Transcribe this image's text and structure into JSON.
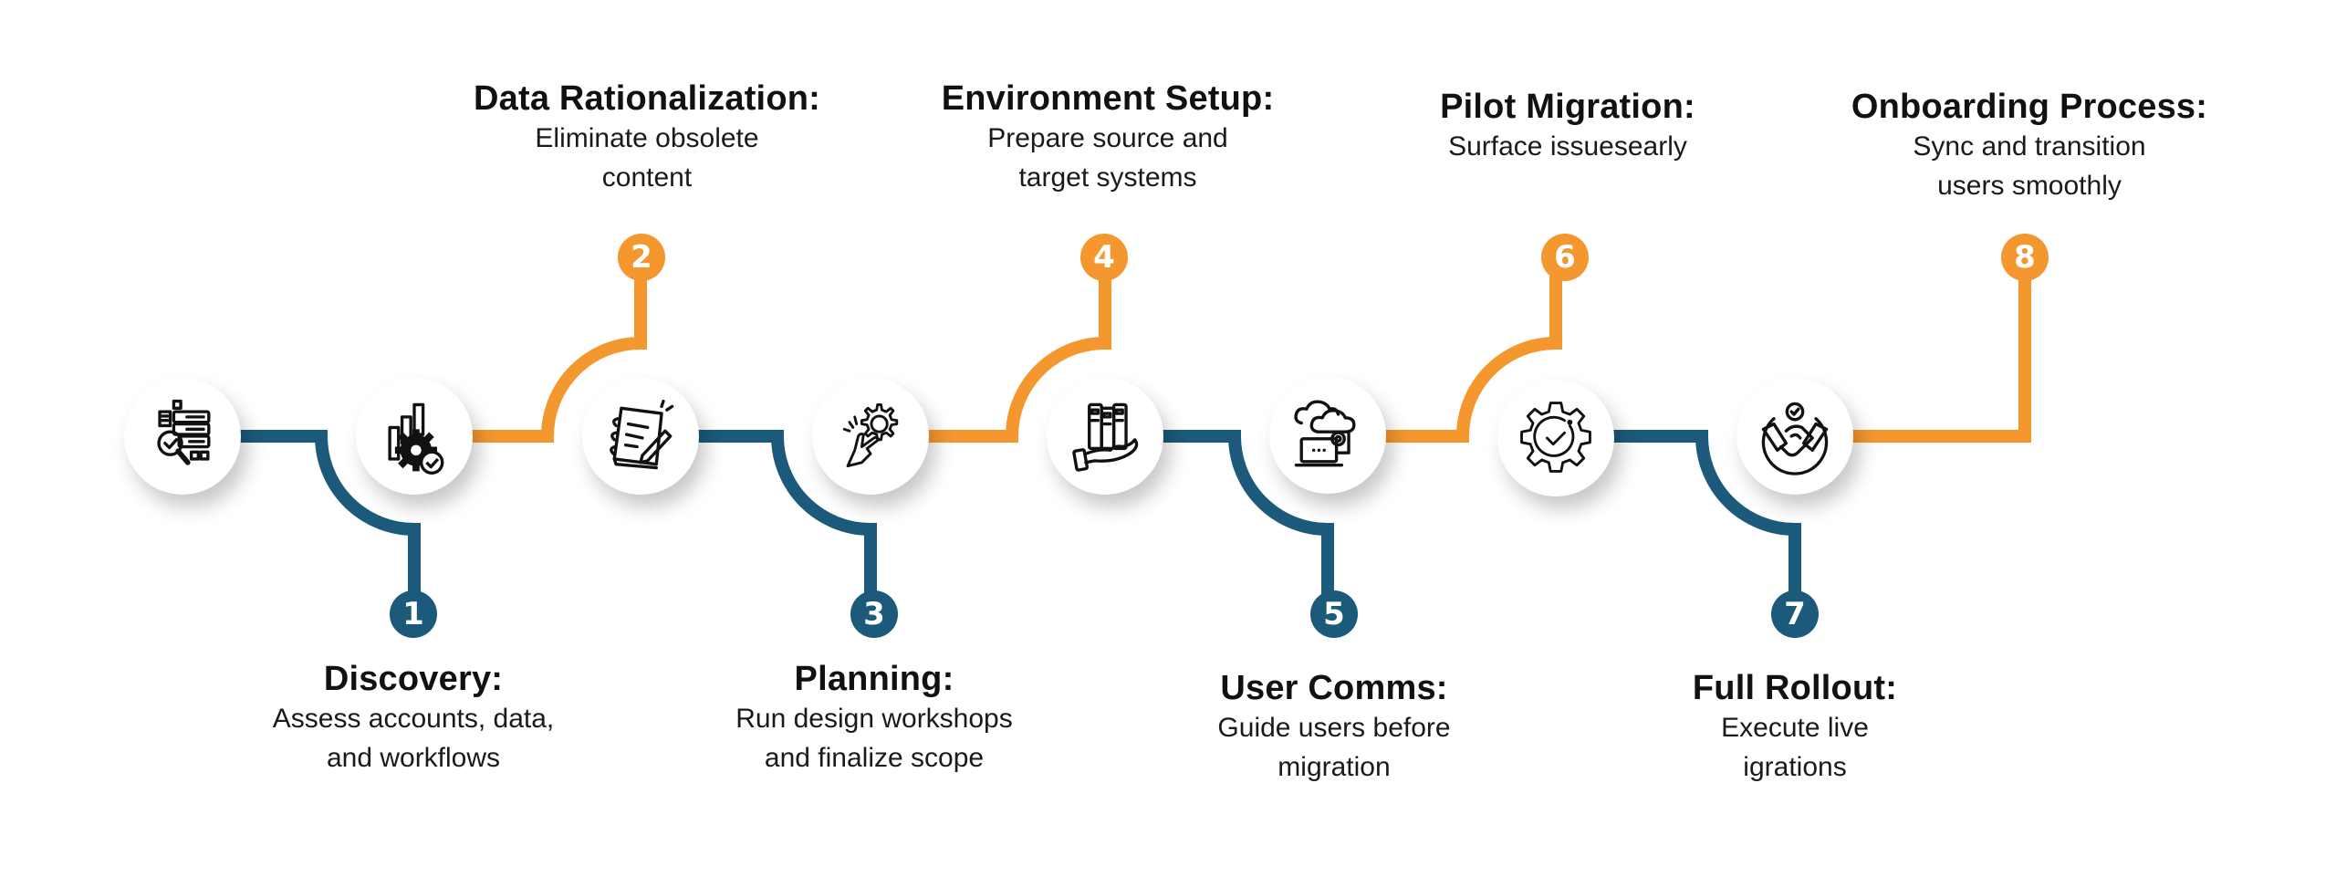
{
  "colors": {
    "orange": "#f5972f",
    "blue": "#1b5a7a"
  },
  "steps": [
    {
      "number": "1",
      "title": "Discovery:",
      "desc": [
        "Assess accounts, data,",
        "and workflows"
      ],
      "color": "blue",
      "position": "bottom",
      "icon": "server-search-icon"
    },
    {
      "number": "2",
      "title": "Data Rationalization:",
      "desc": [
        "Eliminate obsolete",
        "content"
      ],
      "color": "orange",
      "position": "top",
      "icon": "chart-gear-icon"
    },
    {
      "number": "3",
      "title": "Planning:",
      "desc": [
        "Run design workshops",
        "and finalize scope"
      ],
      "color": "blue",
      "position": "bottom",
      "icon": "notebook-pen-icon"
    },
    {
      "number": "4",
      "title": "Environment Setup:",
      "desc": [
        "Prepare source and",
        "target systems"
      ],
      "color": "orange",
      "position": "top",
      "icon": "hand-gear-icon"
    },
    {
      "number": "5",
      "title": "User Comms:",
      "desc": [
        "Guide users before",
        "migration"
      ],
      "color": "blue",
      "position": "bottom",
      "icon": "hand-binders-icon"
    },
    {
      "number": "6",
      "title": "Pilot Migration:",
      "desc": [
        "Surface issuesearly"
      ],
      "color": "orange",
      "position": "top",
      "icon": "cloud-laptop-icon"
    },
    {
      "number": "7",
      "title": "Full Rollout:",
      "desc": [
        "Execute live",
        "igrations"
      ],
      "color": "blue",
      "position": "bottom",
      "icon": "gear-check-icon"
    },
    {
      "number": "8",
      "title": "Onboarding Process:",
      "desc": [
        "Sync and transition",
        "users smoothly"
      ],
      "color": "orange",
      "position": "top",
      "icon": "handshake-icon"
    }
  ]
}
